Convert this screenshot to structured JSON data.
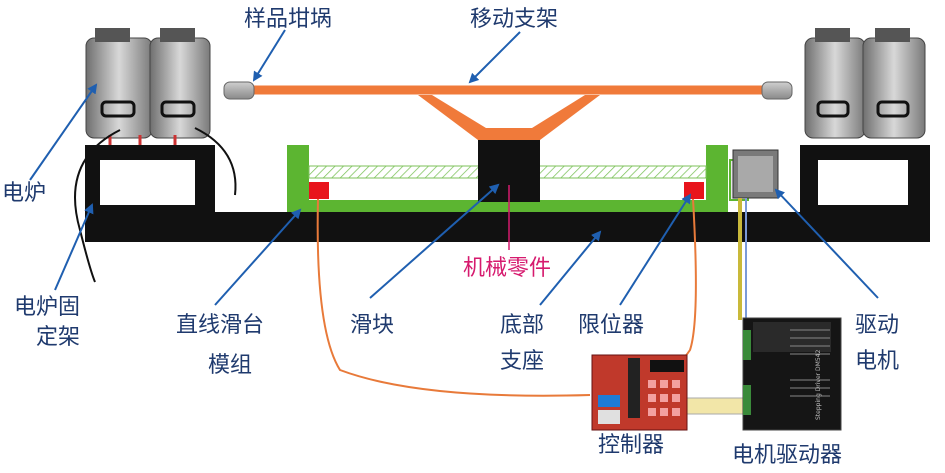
{
  "labels": {
    "sample_crucible": "样品坩埚",
    "moving_bracket": "移动支架",
    "furnace": "电炉",
    "furnace_mount_l1": "电炉固",
    "furnace_mount_l2": "定架",
    "mech_part": "机械零件",
    "linear_module_l1": "直线滑台",
    "linear_module_l2": "模组",
    "slider": "滑块",
    "base_l1": "底部",
    "base_l2": "支座",
    "limiter": "限位器",
    "drive_motor_l1": "驱动",
    "drive_motor_l2": "电机",
    "controller": "控制器",
    "motor_driver": "电机驱动器",
    "driver_panel_text": "Stepping Driver DM542"
  },
  "colors": {
    "label": "#1f3a6e",
    "label_highlight": "#d61a6e",
    "callout_arrow": "#1f5fb0",
    "bracket": "#f07a3a",
    "module_frame": "#5cb531",
    "limit_switch": "#e8141c",
    "base": "#111111",
    "wire": "#e87a3a"
  }
}
